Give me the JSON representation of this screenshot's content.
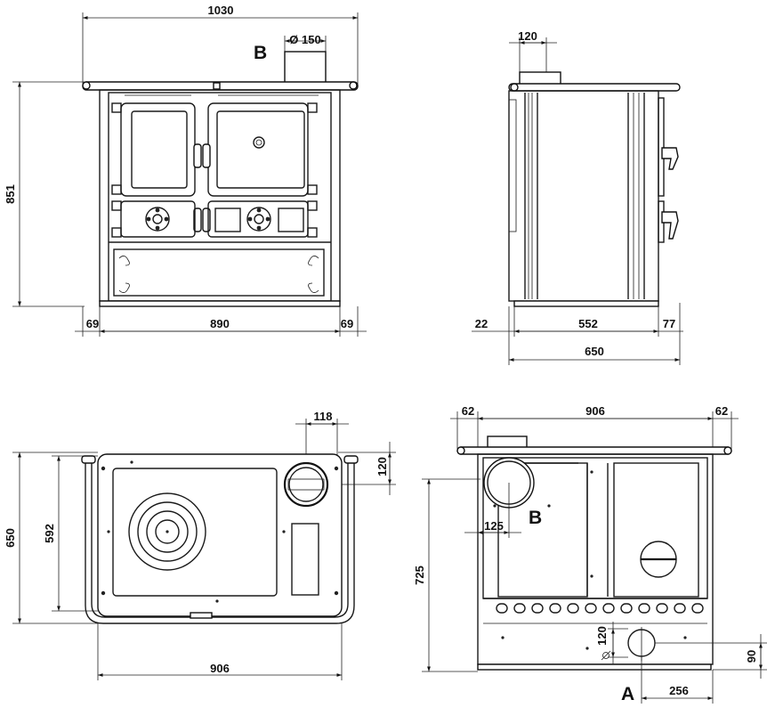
{
  "front_view": {
    "width_total": "1030",
    "height_total": "851",
    "flue_diameter": "Ø 150",
    "flue_label": "B",
    "side_left": "69",
    "inner_width": "890",
    "side_right": "69"
  },
  "side_view": {
    "flue_offset": "120",
    "left_part": "22",
    "middle_part": "552",
    "right_part": "77",
    "depth_total": "650"
  },
  "top_view": {
    "flue_x": "118",
    "flue_y": "120",
    "depth_total": "650",
    "depth_inner": "592",
    "width": "906"
  },
  "back_view": {
    "left_margin": "62",
    "width": "906",
    "right_margin": "62",
    "flue_offset": "125",
    "flue_label": "B",
    "height": "725",
    "air_inlet_diameter": "120",
    "air_inlet_height": "90",
    "air_inlet_offset": "256",
    "air_inlet_label": "A"
  }
}
